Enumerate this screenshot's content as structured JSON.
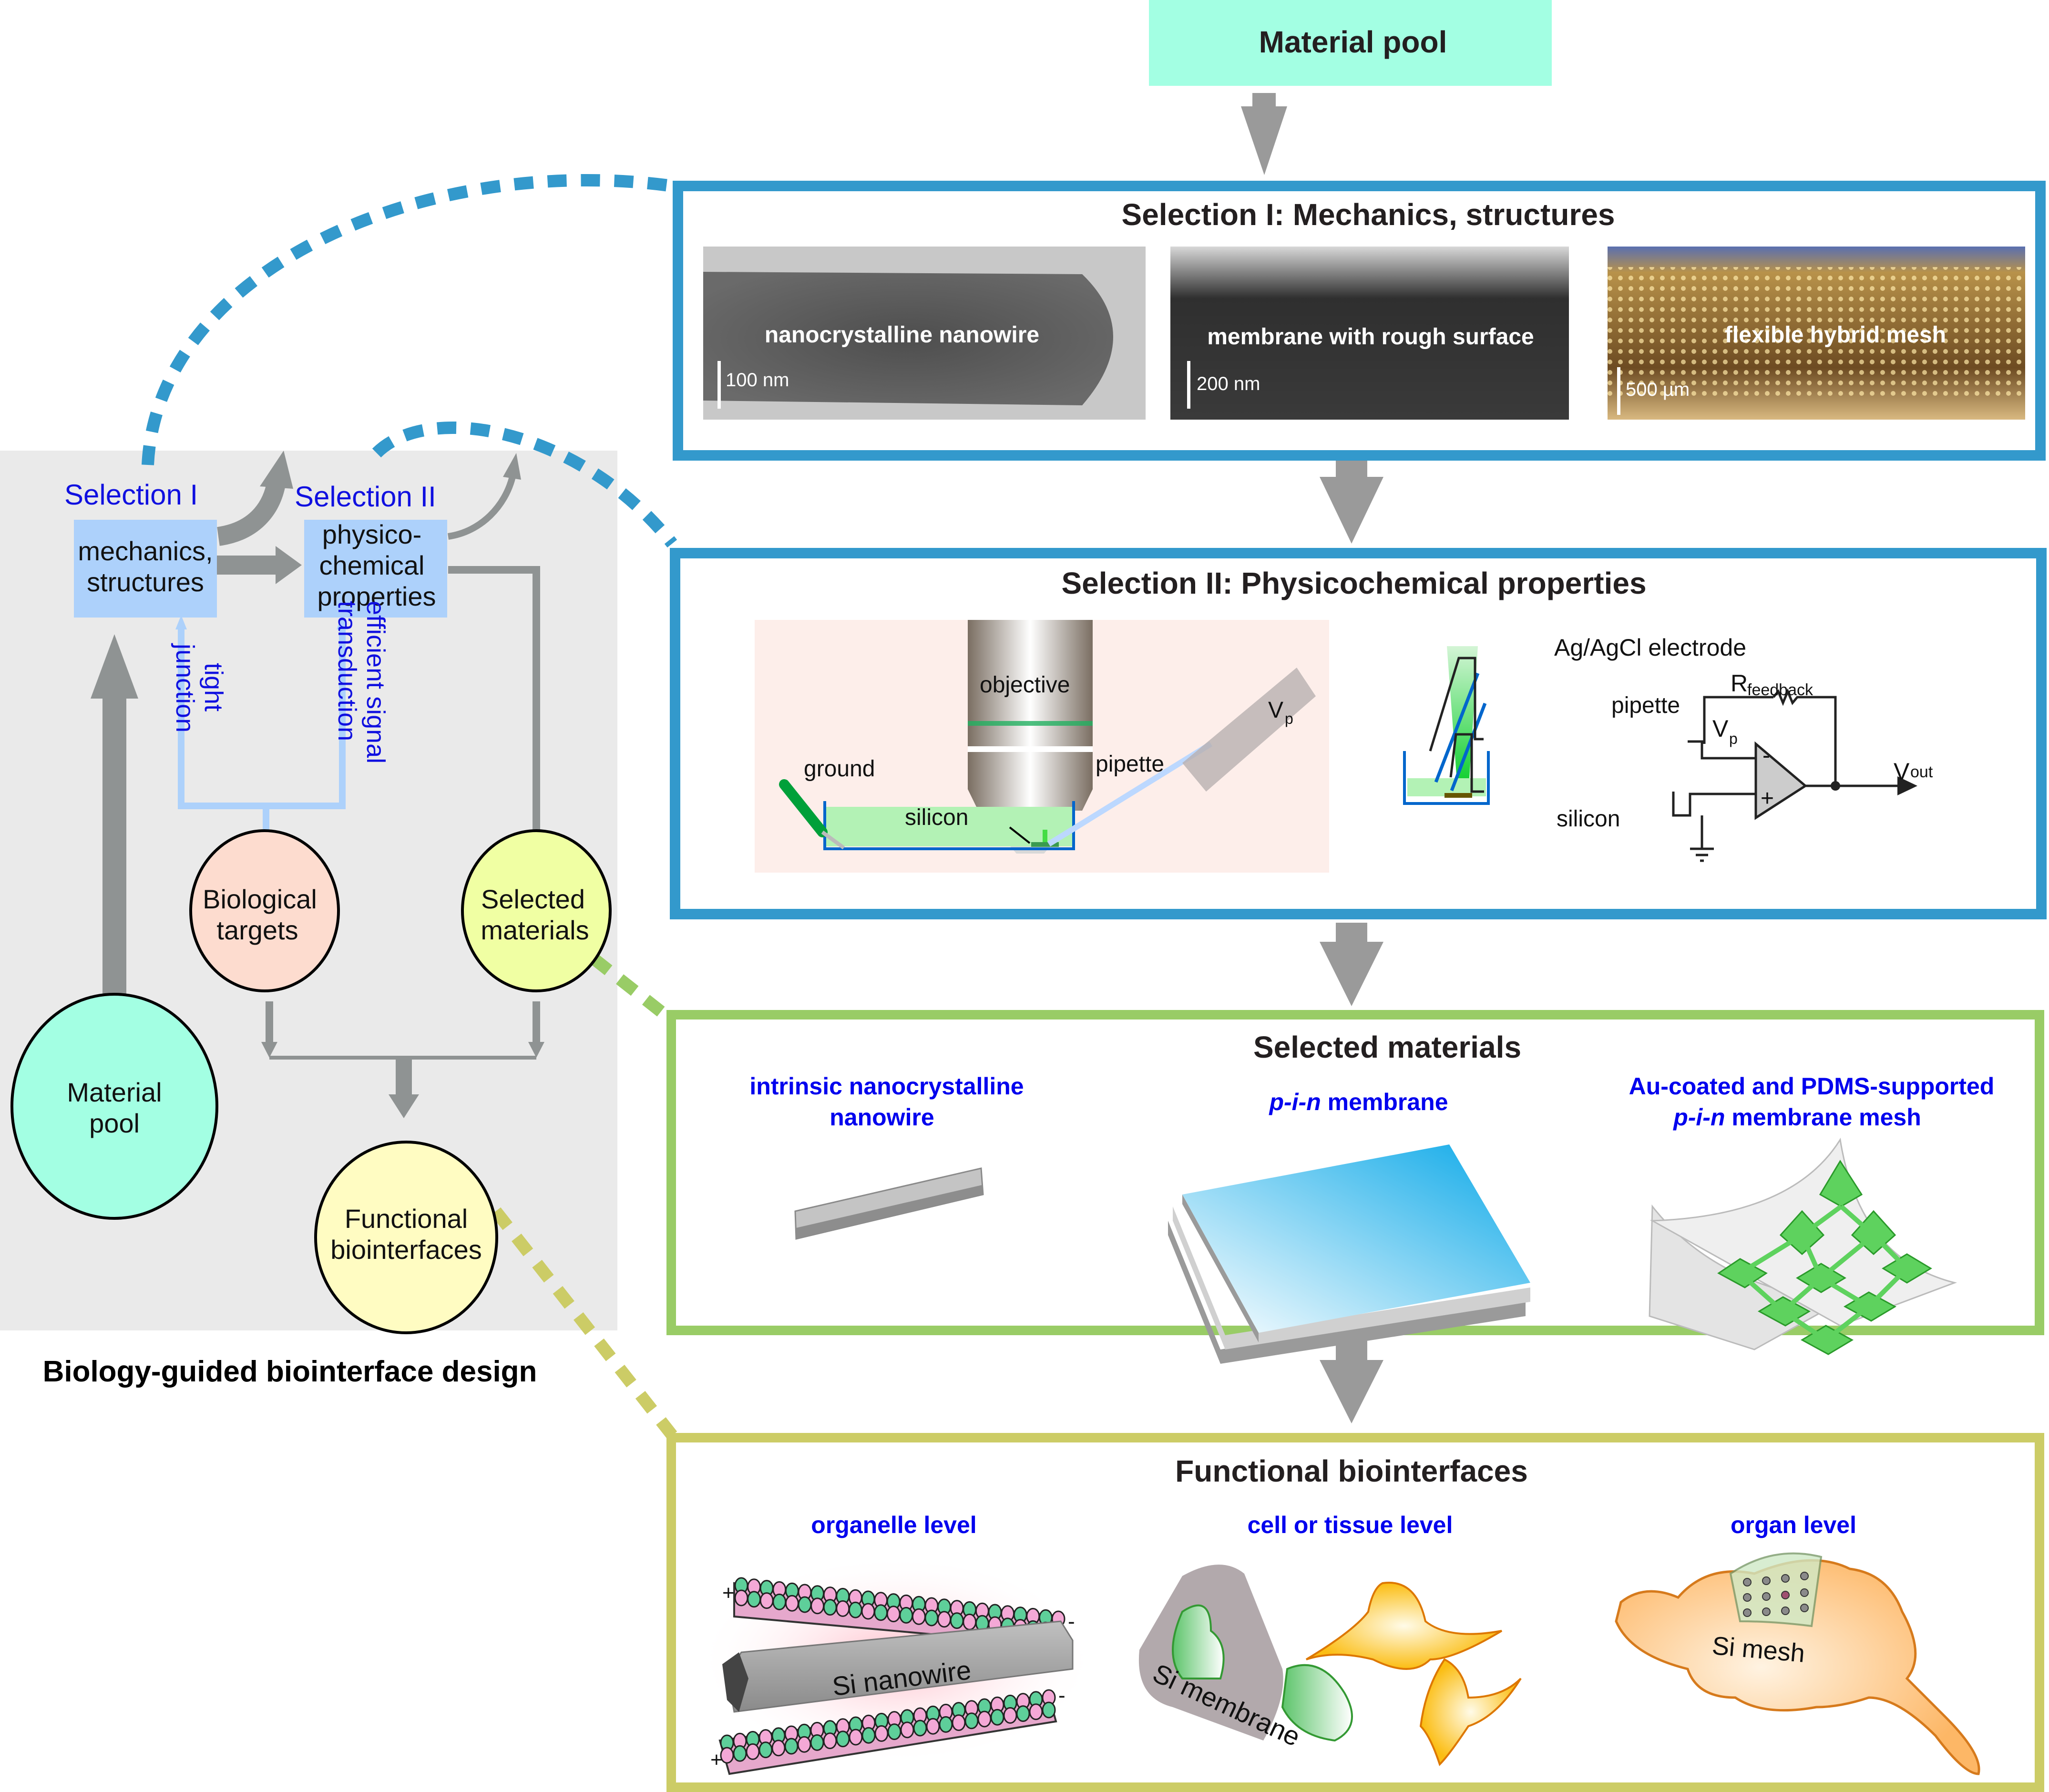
{
  "top": {
    "material_pool": "Material pool"
  },
  "selection1": {
    "title": "Selection I: Mechanics, structures",
    "images": [
      {
        "label": "nanocrystalline nanowire",
        "scale": "100 nm"
      },
      {
        "label": "membrane with rough surface",
        "scale": "200 nm"
      },
      {
        "label": "flexible hybrid mesh",
        "scale": "500 µm"
      }
    ]
  },
  "selection2": {
    "title": "Selection II: Physicochemical properties",
    "left_diagram": {
      "objective": "objective",
      "ground": "ground",
      "pipette": "pipette",
      "silicon": "silicon",
      "vp": "V",
      "vp_sub": "p"
    },
    "right_diagram": {
      "electrode": "Ag/AgCl electrode",
      "pipette": "pipette",
      "silicon": "silicon",
      "rfb": "R",
      "rfb_sub": "feedback",
      "vp": "V",
      "vp_sub": "p",
      "vout": "V",
      "vout_sub": "out",
      "minus": "-",
      "plus": "+"
    }
  },
  "selected": {
    "title": "Selected materials",
    "items": [
      {
        "line1": "intrinsic nanocrystalline",
        "line2": "nanowire"
      },
      {
        "italic": "p-i-n",
        "rest": " membrane"
      },
      {
        "line1": "Au-coated and PDMS-supported",
        "italic": "p-i-n",
        "rest": " membrane mesh"
      }
    ]
  },
  "functional": {
    "title": "Functional biointerfaces",
    "levels": [
      {
        "label": "organelle level",
        "caption": "Si nanowire"
      },
      {
        "label": "cell or tissue level",
        "caption": "Si membrane"
      },
      {
        "label": "organ level",
        "caption": "Si mesh"
      }
    ],
    "charges": {
      "plus": "+",
      "minus": "-"
    }
  },
  "left_panel": {
    "sel1_header": "Selection I",
    "sel2_header": "Selection II",
    "sel1_box": [
      "mechanics,",
      "structures"
    ],
    "sel2_box": [
      "physico-",
      "chemical",
      "properties"
    ],
    "tight": [
      "tight",
      "junction"
    ],
    "efficient": [
      "efficient signal",
      "transduction"
    ],
    "bio_targets": [
      "Biological",
      "targets"
    ],
    "selected_materials": [
      "Selected",
      "materials"
    ],
    "material_pool": [
      "Material",
      "pool"
    ],
    "functional": [
      "Functional",
      "biointerfaces"
    ],
    "caption": "Biology-guided biointerface design"
  },
  "colors": {
    "blue_frame": "#3399cc",
    "green_frame": "#99cc66",
    "olive_frame": "#cccc66",
    "material_pool_fill": "#a3ffe3",
    "arrow_gray": "#999999",
    "panel_gray": "#eaeaea",
    "box_blue": "#add1fb",
    "text_blue": "#0000ee"
  }
}
